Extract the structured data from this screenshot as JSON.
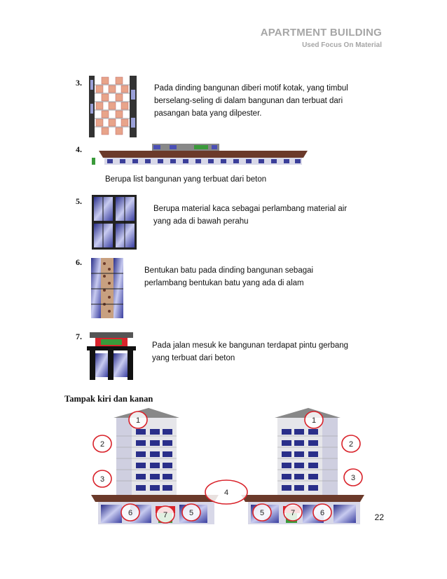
{
  "header": {
    "title": "APARTMENT BUILDING",
    "subtitle": "Used Focus On Material"
  },
  "items": [
    {
      "number": "3.",
      "lines": [
        "Pada dinding bangunan diberi motif kotak, yang timbul",
        "berselang-seling di dalam bangunan dan terbuat dari",
        "pasangan bata yang dilpester."
      ]
    },
    {
      "number": "4.",
      "lines": [
        "Berupa list bangunan yang terbuat dari beton"
      ]
    },
    {
      "number": "5.",
      "lines": [
        "Berupa material kaca sebagai perlambang material air",
        "yang ada di bawah perahu"
      ]
    },
    {
      "number": "6.",
      "lines": [
        "Bentukan batu pada dinding bangunan sebagai",
        "perlambang bentukan batu yang ada di alam"
      ]
    },
    {
      "number": "7.",
      "lines": [
        "Pada jalan mesuk ke bangunan terdapat pintu gerbang",
        "yang terbuat  dari beton"
      ]
    }
  ],
  "section_heading": "Tampak  kiri dan kanan",
  "elevation_markers": [
    "1",
    "2",
    "3",
    "4",
    "6",
    "7",
    "5",
    "5",
    "7",
    "6",
    "1",
    "2",
    "3"
  ],
  "page_number": "22",
  "colors": {
    "header_gray": "#a6a6a6",
    "marker_red": "#d9232b",
    "brick": "#e8a48a",
    "glass": "#4a4fb5"
  }
}
